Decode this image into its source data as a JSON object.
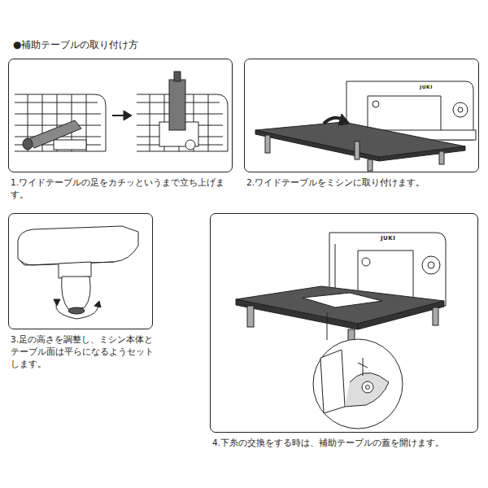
{
  "diagram": {
    "title": "●補助テーブルの取り付け方",
    "nodes": [
      {
        "text": [
          "1.ワイドテーブルの足をカチッというまで立ち上げます。"
        ]
      },
      {
        "text": [
          "2.ワイドテーブルをミシンに取り付けます。"
        ]
      },
      {
        "text": [
          "3.足の高さを調整し、ミシン本体とテーブル面は平らになるようセットします。"
        ]
      },
      {
        "text": [
          "4.下糸の交換をする時は、補助テーブルの蓋を開けます。"
        ]
      }
    ],
    "labels": [
      "JUKI",
      "JUKI"
    ]
  }
}
